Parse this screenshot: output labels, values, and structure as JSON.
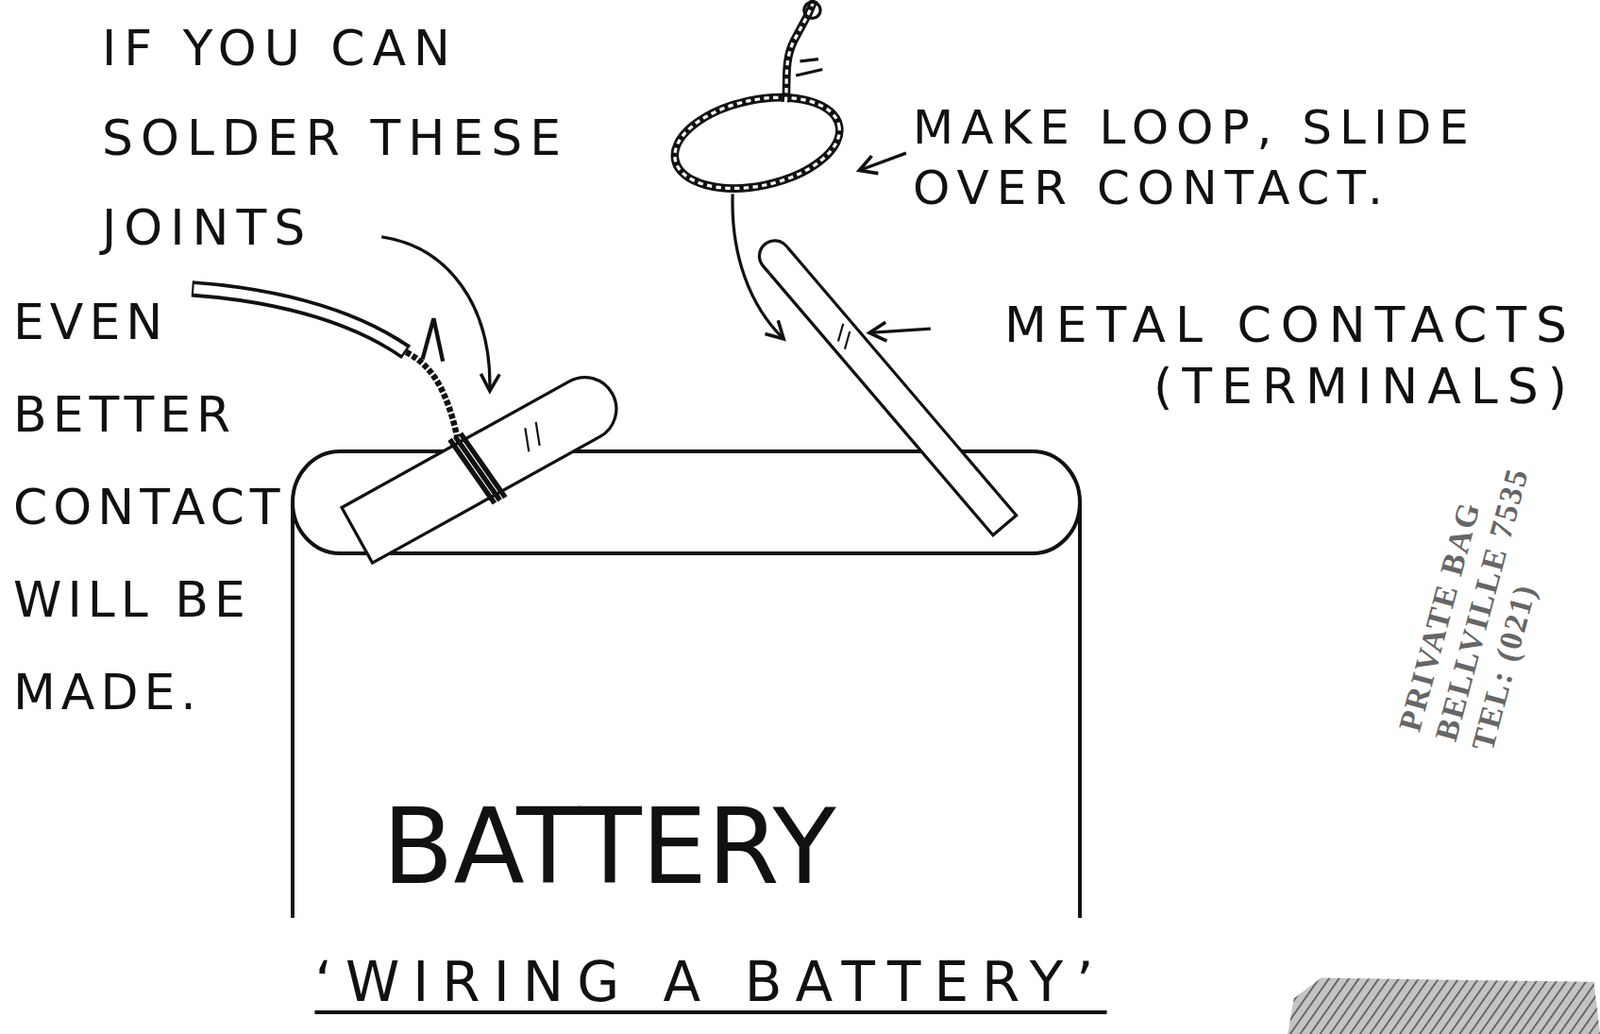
{
  "diagram": {
    "caption": "‘WIRING A BATTERY’",
    "nodes": [
      {
        "text": [
          "BATTERY"
        ]
      }
    ],
    "labels": [
      "IF YOU CAN SOLDER THESE JOINTS",
      "EVEN BETTER CONTACT WILL BE MADE.",
      "MAKE LOOP, SLIDE OVER CONTACT.",
      "METAL CONTACTS (TERMINALS)",
      "PRIVATE BAG",
      "BELLVILLE 7535",
      "TEL: (021)"
    ]
  }
}
